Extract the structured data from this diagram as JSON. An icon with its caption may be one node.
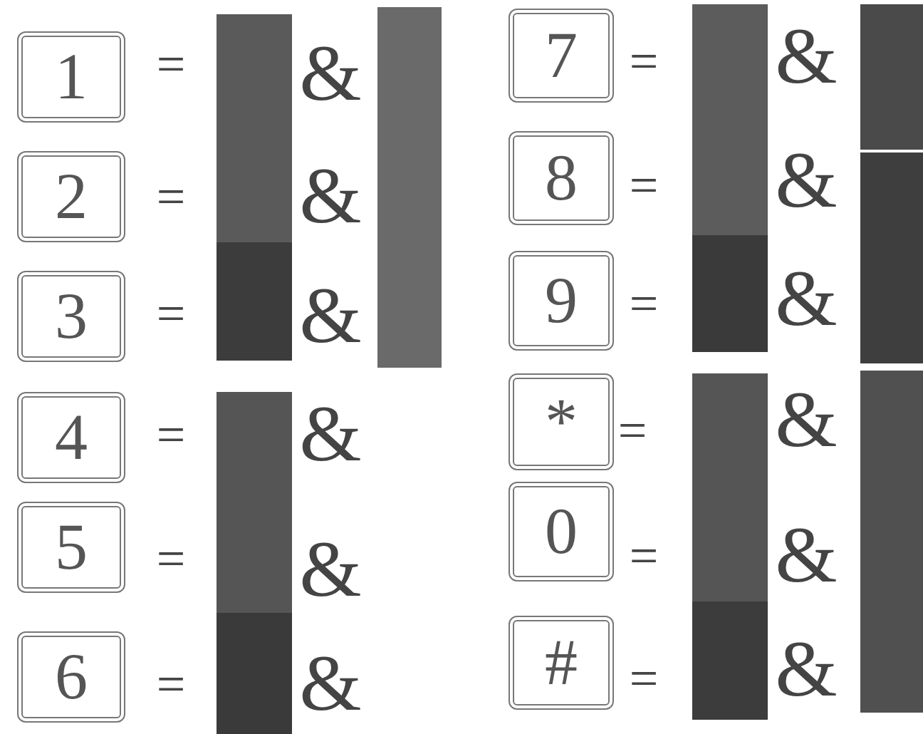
{
  "diagram": {
    "nodes": [
      {
        "text": [
          "1"
        ]
      },
      {
        "text": [
          "2"
        ]
      },
      {
        "text": [
          "3"
        ]
      },
      {
        "text": [
          "4"
        ]
      },
      {
        "text": [
          "5"
        ]
      },
      {
        "text": [
          "6"
        ]
      },
      {
        "text": [
          "7"
        ]
      },
      {
        "text": [
          "8"
        ]
      },
      {
        "text": [
          "9"
        ]
      },
      {
        "text": [
          "*"
        ]
      },
      {
        "text": [
          "0"
        ]
      },
      {
        "text": [
          "#"
        ]
      }
    ],
    "labels": [
      "=",
      "&",
      "=",
      "&",
      "=",
      "&",
      "=",
      "&",
      "=",
      "&",
      "=",
      "&",
      "=",
      "&",
      "=",
      "&",
      "=",
      "&",
      "=",
      "&",
      "=",
      "&",
      "=",
      "&"
    ]
  }
}
